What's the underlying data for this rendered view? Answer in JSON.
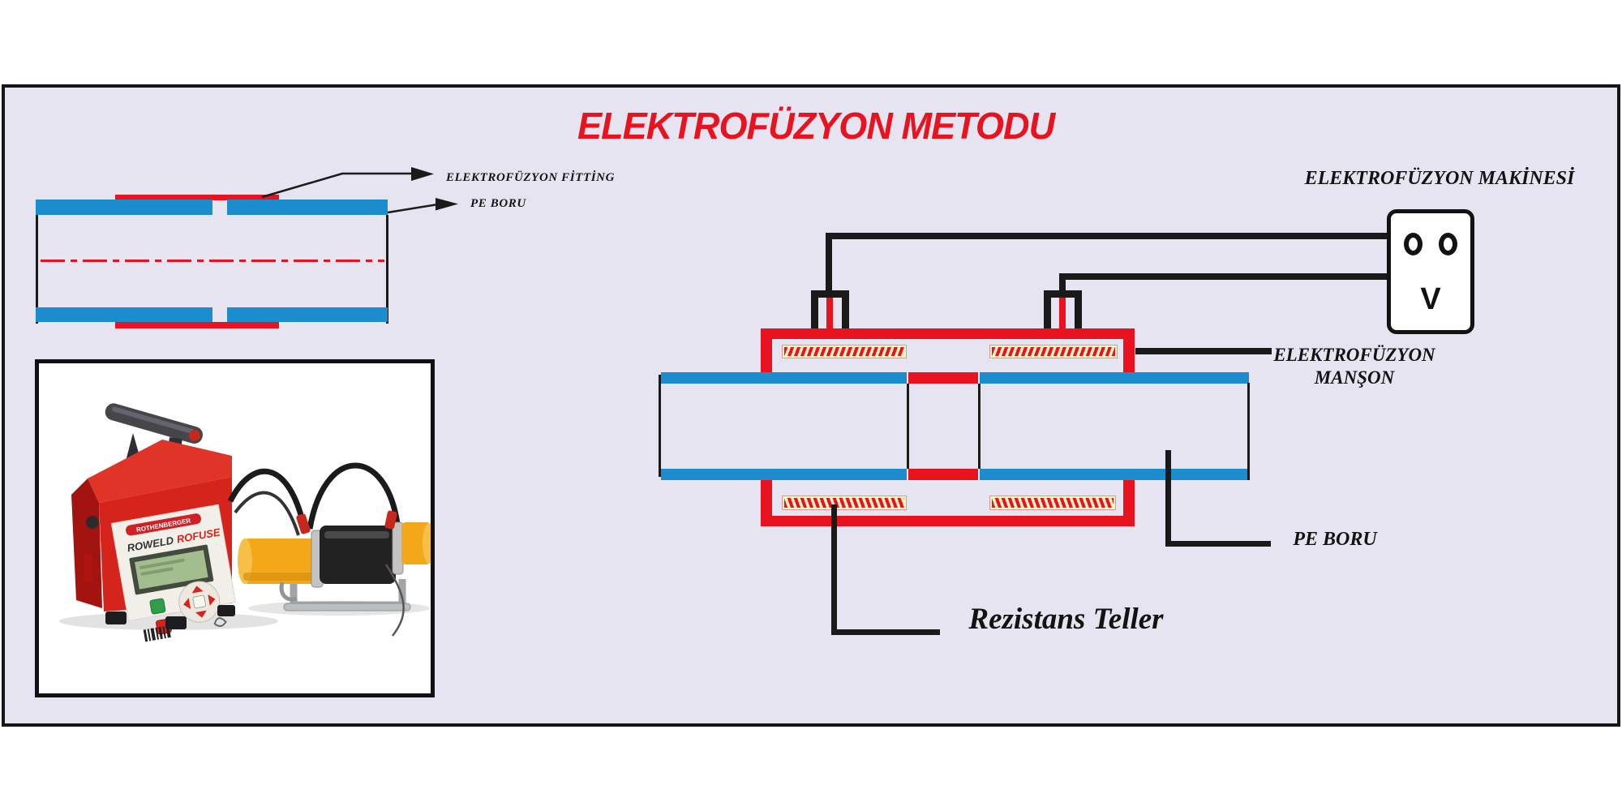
{
  "title": {
    "text": "ELEKTROFÜZYON METODU"
  },
  "colors": {
    "page_background": "#ffffff",
    "panel_background": "#e6e4f1",
    "frame_border": "#161616",
    "accent_red": "#e8131f",
    "pipe_blue": "#1b8ccd",
    "line_black": "#1a1a1a",
    "hatch_cream": "#fdf4c3",
    "title_red": "#e8131f"
  },
  "fitting_diagram": {
    "fitting_label": "ELEKTROFÜZYON FİTTİNG",
    "pipe_label": "PE BORU"
  },
  "machine_photo": {
    "brand": "ROTHENBERGER",
    "model_left": "ROWELD",
    "model_right": "ROFUSE"
  },
  "main_diagram": {
    "machine_label": "ELEKTROFÜZYON MAKİNESİ",
    "socket_left": "O",
    "socket_right": "O",
    "voltmeter": "V",
    "coupling_label_line1": "ELEKTROFÜZYON",
    "coupling_label_line2": "MANŞON",
    "pipe_label": "PE BORU",
    "resistance_label": "Rezistans Teller"
  }
}
